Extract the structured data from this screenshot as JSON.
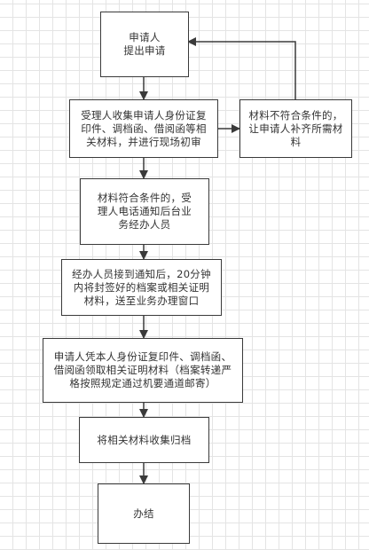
{
  "flowchart": {
    "step_apply": "申请人\n提出申请",
    "step_collect": "受理人收集申请人身份证复\n印件、调档函、借阅函等相\n关材料，并进行现场初审",
    "step_incomplete": "材料不符合条件的，\n让申请人补齐所需材\n料",
    "step_notify": "材料符合条件的，受\n理人电话通知后台业\n务经办人员",
    "step_seal": "经办人员接到通知后，20分钟\n内将封签好的档案或相关证明\n材料，送至业务办理窗口",
    "step_pickup": "申请人凭本人身份证复印件、调档函、\n借阅函领取相关证明材料（档案转递严\n格按照规定通过机要通道邮寄）",
    "step_archive": "将相关材料收集归档",
    "step_done": "办结"
  },
  "colors": {
    "box_border": "#3a3a3a",
    "arrow": "#3a3a3a",
    "grid": "#e4e4e4"
  }
}
